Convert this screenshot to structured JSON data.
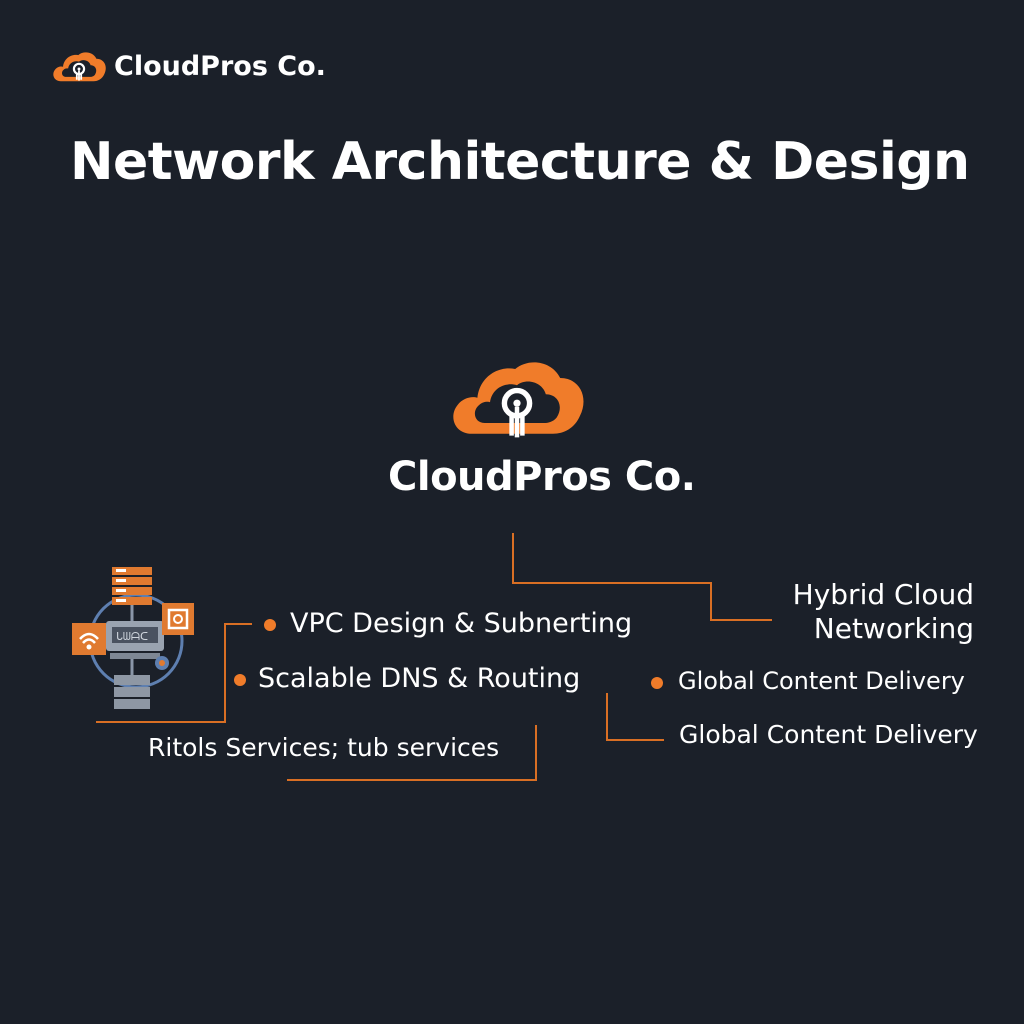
{
  "brand": {
    "name": "CloudPros Co."
  },
  "headline": "Network Architecture & Design",
  "center_logo": {
    "name": "CloudPros Co."
  },
  "items": {
    "vpc": "VPC Design & Subnerting",
    "dns": "Scalable DNS & Routing",
    "services": "Ritols Services; tub services",
    "hybrid_line1": "Hybrid Cloud",
    "hybrid_line2": "Networking",
    "global_1": "Global Content Delivery",
    "global_2": "Global Content Delivery"
  },
  "colors": {
    "background": "#1b2029",
    "accent": "#f07c2a",
    "text": "#ffffff"
  },
  "icons": {
    "brand_logo": "cloud-network-icon",
    "illustration": "network-server-illustration"
  }
}
